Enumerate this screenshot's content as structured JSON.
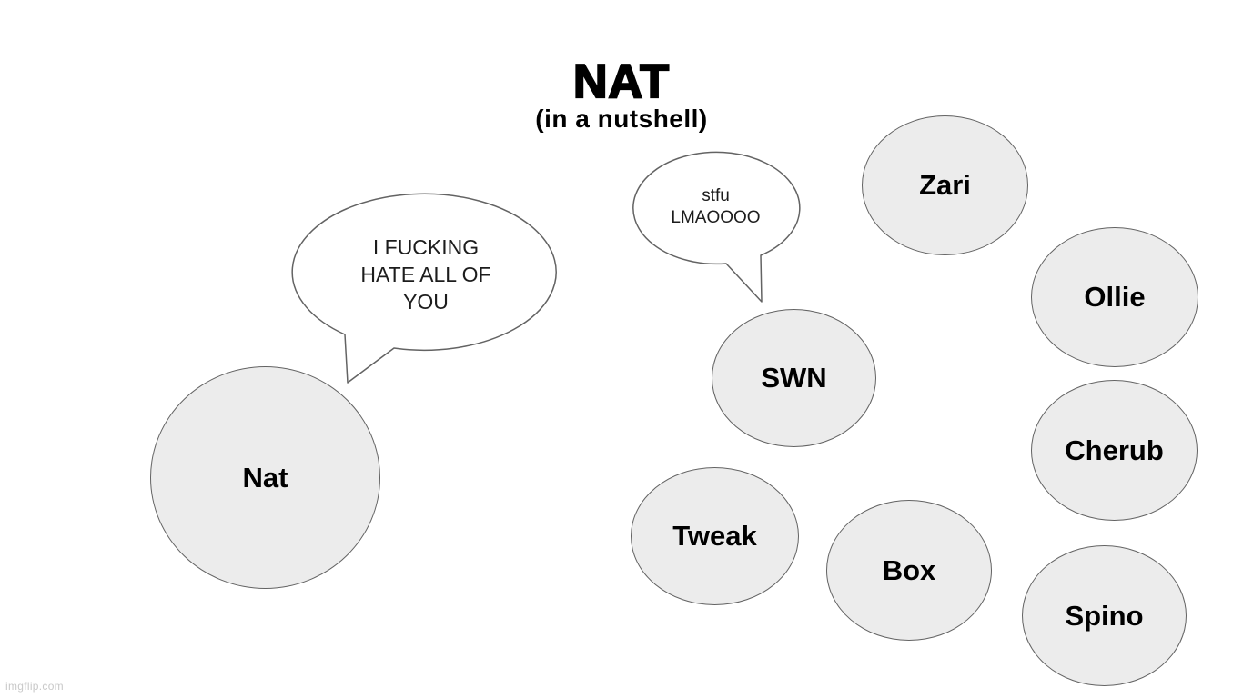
{
  "header": {
    "title": "NAT",
    "subtitle": "(in a nutshell)"
  },
  "speech_bubbles": [
    {
      "speaker": "Nat",
      "text": "I FUCKING HATE ALL OF YOU",
      "lines": [
        "I FUCKING",
        "HATE ALL OF",
        "YOU"
      ]
    },
    {
      "speaker": "SWN",
      "text": "stfu LMAOOOO",
      "lines": [
        "stfu",
        "LMAOOOO"
      ]
    }
  ],
  "circles": [
    {
      "label": "Nat"
    },
    {
      "label": "SWN"
    },
    {
      "label": "Zari"
    },
    {
      "label": "Ollie"
    },
    {
      "label": "Cherub"
    },
    {
      "label": "Spino"
    },
    {
      "label": "Tweak"
    },
    {
      "label": "Box"
    }
  ],
  "watermark": "imgflip.com",
  "colors": {
    "background": "#ffffff",
    "circle_fill": "#ececec",
    "outline": "#636363",
    "bubble_fill": "#ffffff",
    "text": "#000000",
    "watermark_text": "#c9c9c9"
  }
}
